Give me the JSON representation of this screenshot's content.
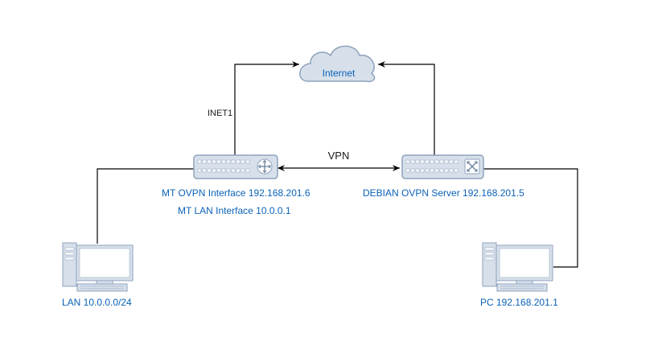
{
  "cloud": {
    "label": "Internet"
  },
  "links": {
    "inet1_label": "INET1",
    "vpn_label": "VPN"
  },
  "mt_router": {
    "ovpn_label": "MT OVPN Interface 192.168.201.6",
    "lan_label": "MT LAN Interface 10.0.0.1"
  },
  "debian_router": {
    "label": "DEBIAN OVPN Server 192.168.201.5"
  },
  "lan_pc": {
    "label": "LAN 10.0.0.0/24"
  },
  "remote_pc": {
    "label": "PC 192.168.201.1"
  },
  "colors": {
    "device_fill": "#d7e0ea",
    "device_stroke": "#8ea2bd",
    "label_blue": "#0b62b8",
    "line": "#000000"
  }
}
